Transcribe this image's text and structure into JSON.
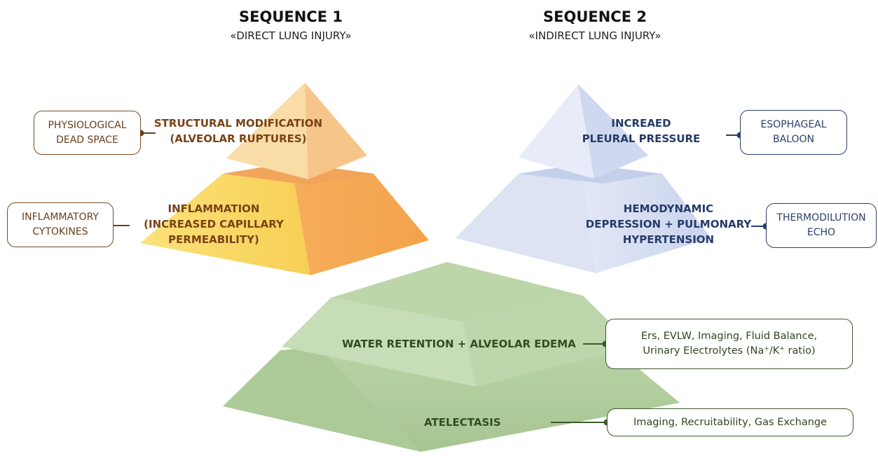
{
  "sequences": [
    {
      "title": "SEQUENCE 1",
      "subtitle": "«DIRECT LUNG INJURY»"
    },
    {
      "title": "SEQUENCE 2",
      "subtitle": "«INDIRECT LUNG INJURY»"
    }
  ],
  "pyramid_left": {
    "top_label": "STRUCTURAL MODIFICATION\n(ALVEOLAR RUPTURES)",
    "bottom_label": "INFLAMMATION\n(INCREASED CAPILLARY\nPERMEABILITY)",
    "top_box": "PHYSIOLOGICAL\nDEAD SPACE",
    "bottom_box": "INFLAMMATORY\nCYTOKINES"
  },
  "pyramid_right": {
    "top_label": "INCREAED\nPLEURAL PRESSURE",
    "bottom_label": "HEMODYNAMIC\nDEPRESSION + PULMONARY\nHYPERTENSION",
    "top_box": "ESOPHAGEAL\nBALOON",
    "bottom_box": "THERMODILUTION\nECHO"
  },
  "pyramid_bottom": {
    "top_label": "WATER RETENTION + ALVEOLAR EDEMA",
    "bottom_label": "ATELECTASIS",
    "top_box": "Ers, EVLW, Imaging, Fluid Balance,\nUrinary Electrolytes (Na⁺/K⁺ ratio)",
    "bottom_box": "Imaging, Recruitability, Gas Exchange"
  },
  "colors": {
    "orange_top": "#f6c98e",
    "orange_bottom": "#f5a953",
    "yellow": "#f9d968",
    "blue": "#d4dcf0",
    "green": "#a9c894",
    "brown_text": "#7a4216",
    "navy_text": "#263b6a",
    "green_text": "#2f4f1e"
  }
}
